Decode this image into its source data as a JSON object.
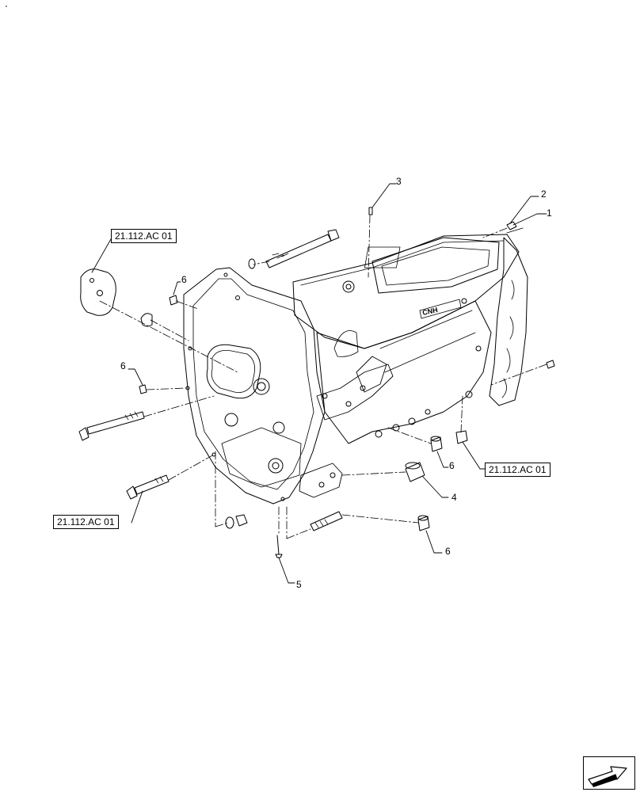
{
  "callouts": {
    "c1": "1",
    "c2": "2",
    "c3": "3",
    "c4": "4",
    "c5": "5",
    "c6a": "6",
    "c6b": "6",
    "c6c": "6",
    "c6d": "6"
  },
  "references": {
    "top_left": "21.112.AC 01",
    "right": "21.112.AC 01",
    "bottom_left": "21.112.AC 01"
  },
  "casting_mark": "CNH",
  "icons": {
    "next_page": "arrow-nav-icon"
  }
}
